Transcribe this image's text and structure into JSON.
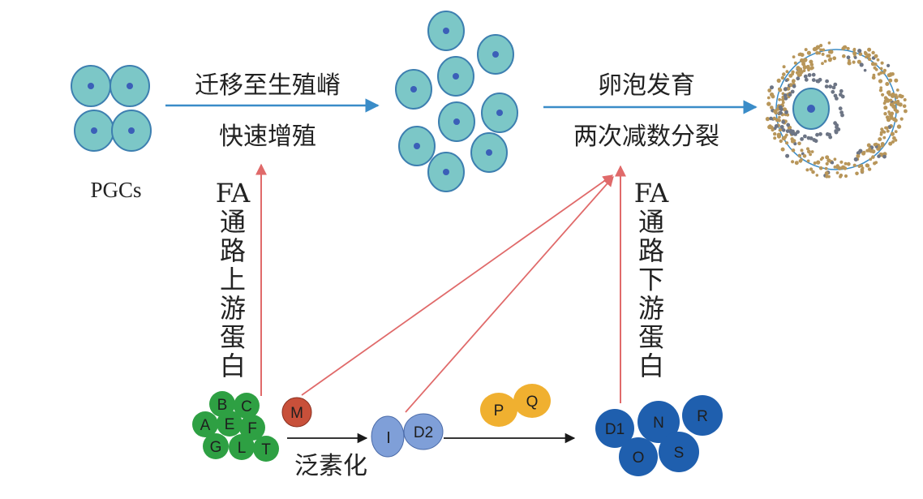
{
  "labels": {
    "pgcs": "PGCs",
    "migrate": "迁移至生殖嵴",
    "proliferate": "快速增殖",
    "follicle": "卵泡发育",
    "meiosis": "两次减数分裂",
    "upstream": "FA通路上游蛋白",
    "downstream": "FA通路下游蛋白",
    "ubiquitination": "泛素化"
  },
  "proteins": {
    "upstream": [
      "B",
      "C",
      "A",
      "E",
      "F",
      "G",
      "L",
      "T"
    ],
    "m": "M",
    "id2": [
      "I",
      "D2"
    ],
    "pq": [
      "P",
      "Q"
    ],
    "downstream": [
      "D1",
      "N",
      "R",
      "O",
      "S"
    ]
  },
  "colors": {
    "cell_fill": "#7cc7c7",
    "cell_stroke": "#3d7fb0",
    "nucleus": "#3b5fb8",
    "blue_arrow": "#3a8cc8",
    "red_arrow": "#e06a6a",
    "black_arrow": "#1a1a1a",
    "upstream_green": "#2ea043",
    "m_red": "#c8503a",
    "id2_lightblue": "#7f9fd8",
    "pq_orange": "#f0b030",
    "downstream_blue": "#1f5fae",
    "granulosa_gold": "#b8965a",
    "granulosa_gray": "#6d7585"
  }
}
